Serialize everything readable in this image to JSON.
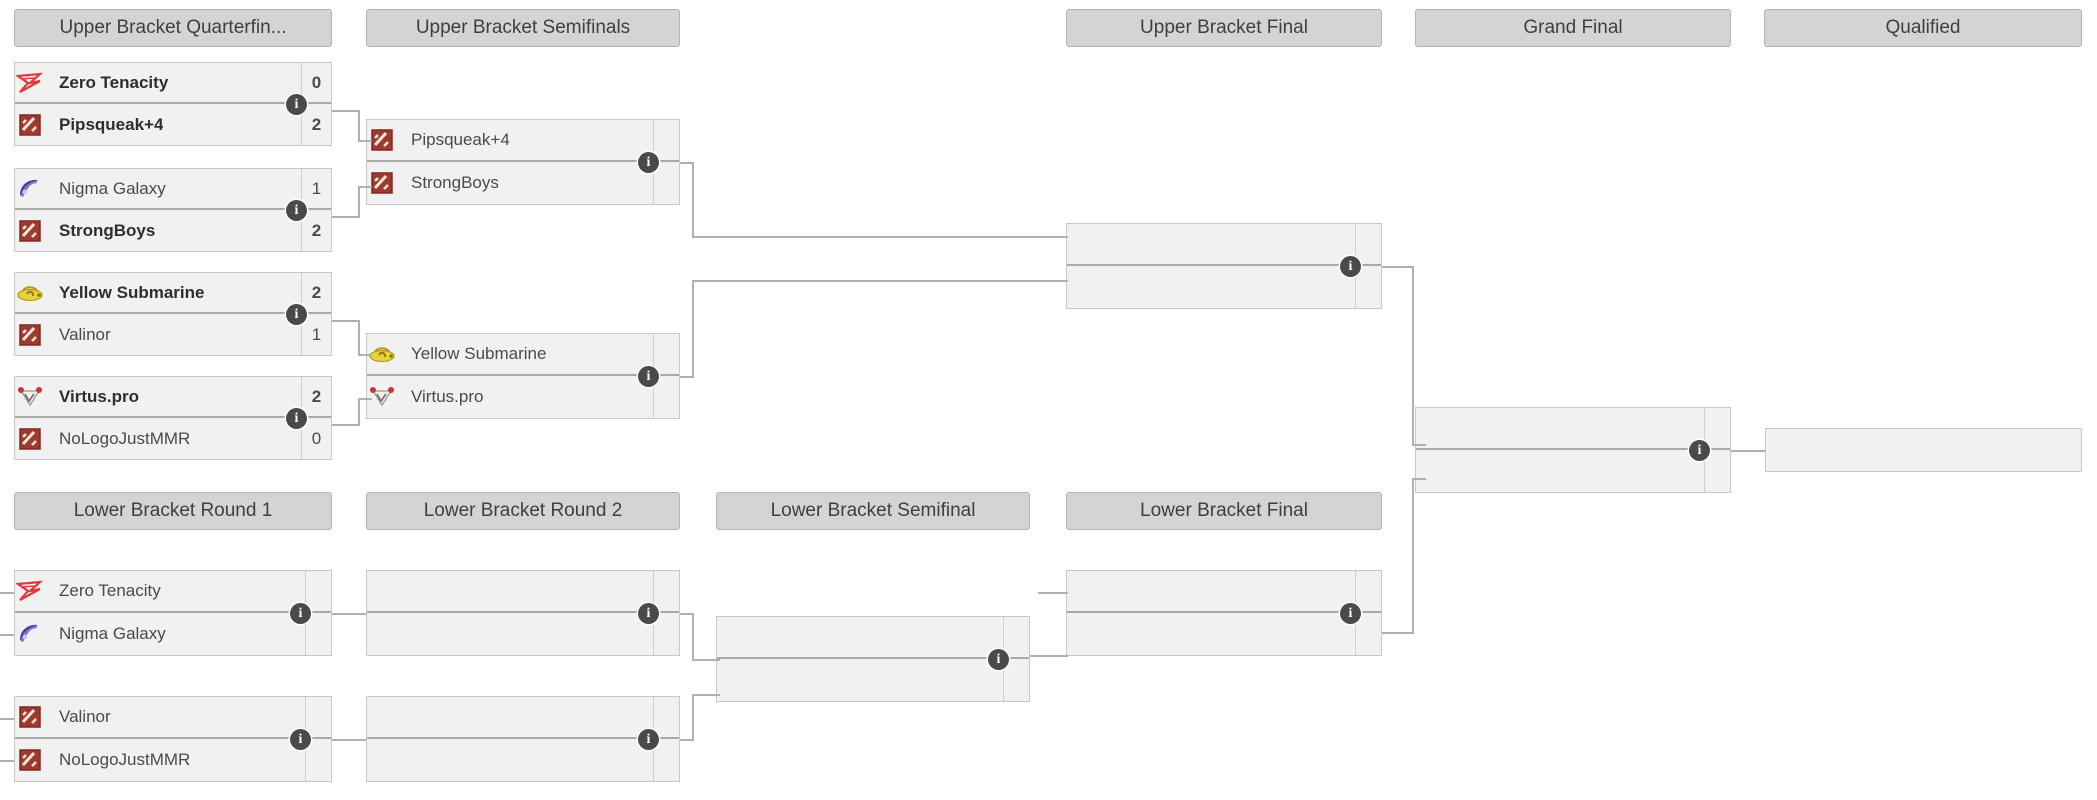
{
  "bracket": {
    "title": "Double Elimination Bracket",
    "info_icon": "info-icon",
    "headers": [
      {
        "id": "ubqf",
        "label": "Upper Bracket Quarterfin..."
      },
      {
        "id": "ubsf",
        "label": "Upper Bracket Semifinals"
      },
      {
        "id": "ubf",
        "label": "Upper Bracket Final"
      },
      {
        "id": "gf",
        "label": "Grand Final"
      },
      {
        "id": "qual",
        "label": "Qualified"
      },
      {
        "id": "lbr1",
        "label": "Lower Bracket Round 1"
      },
      {
        "id": "lbr2",
        "label": "Lower Bracket Round 2"
      },
      {
        "id": "lbsf",
        "label": "Lower Bracket Semifinal"
      },
      {
        "id": "lbf",
        "label": "Lower Bracket Final"
      }
    ],
    "matches": {
      "ubqf1": {
        "round": "Upper Bracket Quarterfinals",
        "teams": [
          {
            "name": "Zero Tenacity",
            "score": "0",
            "logo": "zero-tenacity-logo",
            "winner": false
          },
          {
            "name": "Pipsqueak+4",
            "score": "2",
            "logo": "dota-default-logo",
            "winner": true
          }
        ]
      },
      "ubqf2": {
        "round": "Upper Bracket Quarterfinals",
        "teams": [
          {
            "name": "Nigma Galaxy",
            "score": "1",
            "logo": "nigma-galaxy-logo",
            "winner": false
          },
          {
            "name": "StrongBoys",
            "score": "2",
            "logo": "dota-default-logo",
            "winner": true
          }
        ]
      },
      "ubqf3": {
        "round": "Upper Bracket Quarterfinals",
        "teams": [
          {
            "name": "Yellow Submarine",
            "score": "2",
            "logo": "yellow-submarine-logo",
            "winner": true
          },
          {
            "name": "Valinor",
            "score": "1",
            "logo": "dota-default-logo",
            "winner": false
          }
        ]
      },
      "ubqf4": {
        "round": "Upper Bracket Quarterfinals",
        "teams": [
          {
            "name": "Virtus.pro",
            "score": "2",
            "logo": "virtus-pro-logo",
            "winner": true
          },
          {
            "name": "NoLogoJustMMR",
            "score": "0",
            "logo": "dota-default-logo",
            "winner": false
          }
        ]
      },
      "ubsf1": {
        "round": "Upper Bracket Semifinals",
        "teams": [
          {
            "name": "Pipsqueak+4",
            "score": "",
            "logo": "dota-default-logo",
            "winner": false
          },
          {
            "name": "StrongBoys",
            "score": "",
            "logo": "dota-default-logo",
            "winner": false
          }
        ]
      },
      "ubsf2": {
        "round": "Upper Bracket Semifinals",
        "teams": [
          {
            "name": "Yellow Submarine",
            "score": "",
            "logo": "yellow-submarine-logo",
            "winner": false
          },
          {
            "name": "Virtus.pro",
            "score": "",
            "logo": "virtus-pro-logo",
            "winner": false
          }
        ]
      },
      "ubf": {
        "round": "Upper Bracket Final",
        "teams": [
          {
            "name": "",
            "score": "",
            "logo": "",
            "winner": false
          },
          {
            "name": "",
            "score": "",
            "logo": "",
            "winner": false
          }
        ]
      },
      "gf": {
        "round": "Grand Final",
        "teams": [
          {
            "name": "",
            "score": "",
            "logo": "",
            "winner": false
          },
          {
            "name": "",
            "score": "",
            "logo": "",
            "winner": false
          }
        ]
      },
      "qualified": {
        "round": "Qualified",
        "teams": [
          {
            "name": "",
            "score": "",
            "logo": "",
            "winner": false
          }
        ]
      },
      "lbr1a": {
        "round": "Lower Bracket Round 1",
        "teams": [
          {
            "name": "Zero Tenacity",
            "score": "",
            "logo": "zero-tenacity-logo",
            "winner": false
          },
          {
            "name": "Nigma Galaxy",
            "score": "",
            "logo": "nigma-galaxy-logo",
            "winner": false
          }
        ]
      },
      "lbr1b": {
        "round": "Lower Bracket Round 1",
        "teams": [
          {
            "name": "Valinor",
            "score": "",
            "logo": "dota-default-logo",
            "winner": false
          },
          {
            "name": "NoLogoJustMMR",
            "score": "",
            "logo": "dota-default-logo",
            "winner": false
          }
        ]
      },
      "lbr2a": {
        "round": "Lower Bracket Round 2",
        "teams": [
          {
            "name": "",
            "score": "",
            "logo": "",
            "winner": false
          },
          {
            "name": "",
            "score": "",
            "logo": "",
            "winner": false
          }
        ]
      },
      "lbr2b": {
        "round": "Lower Bracket Round 2",
        "teams": [
          {
            "name": "",
            "score": "",
            "logo": "",
            "winner": false
          },
          {
            "name": "",
            "score": "",
            "logo": "",
            "winner": false
          }
        ]
      },
      "lbsf": {
        "round": "Lower Bracket Semifinal",
        "teams": [
          {
            "name": "",
            "score": "",
            "logo": "",
            "winner": false
          },
          {
            "name": "",
            "score": "",
            "logo": "",
            "winner": false
          }
        ]
      },
      "lbf": {
        "round": "Lower Bracket Final",
        "teams": [
          {
            "name": "",
            "score": "",
            "logo": "",
            "winner": false
          },
          {
            "name": "",
            "score": "",
            "logo": "",
            "winner": false
          }
        ]
      }
    },
    "colors": {
      "header_bg": "#d4d4d4",
      "header_border": "#b3b3b3",
      "match_bg": "#f1f1f1",
      "match_border": "#c8c8c8",
      "connector": "#b0b0b0",
      "info_badge": "#4a4a4a",
      "text": "#4a4a4a"
    }
  }
}
